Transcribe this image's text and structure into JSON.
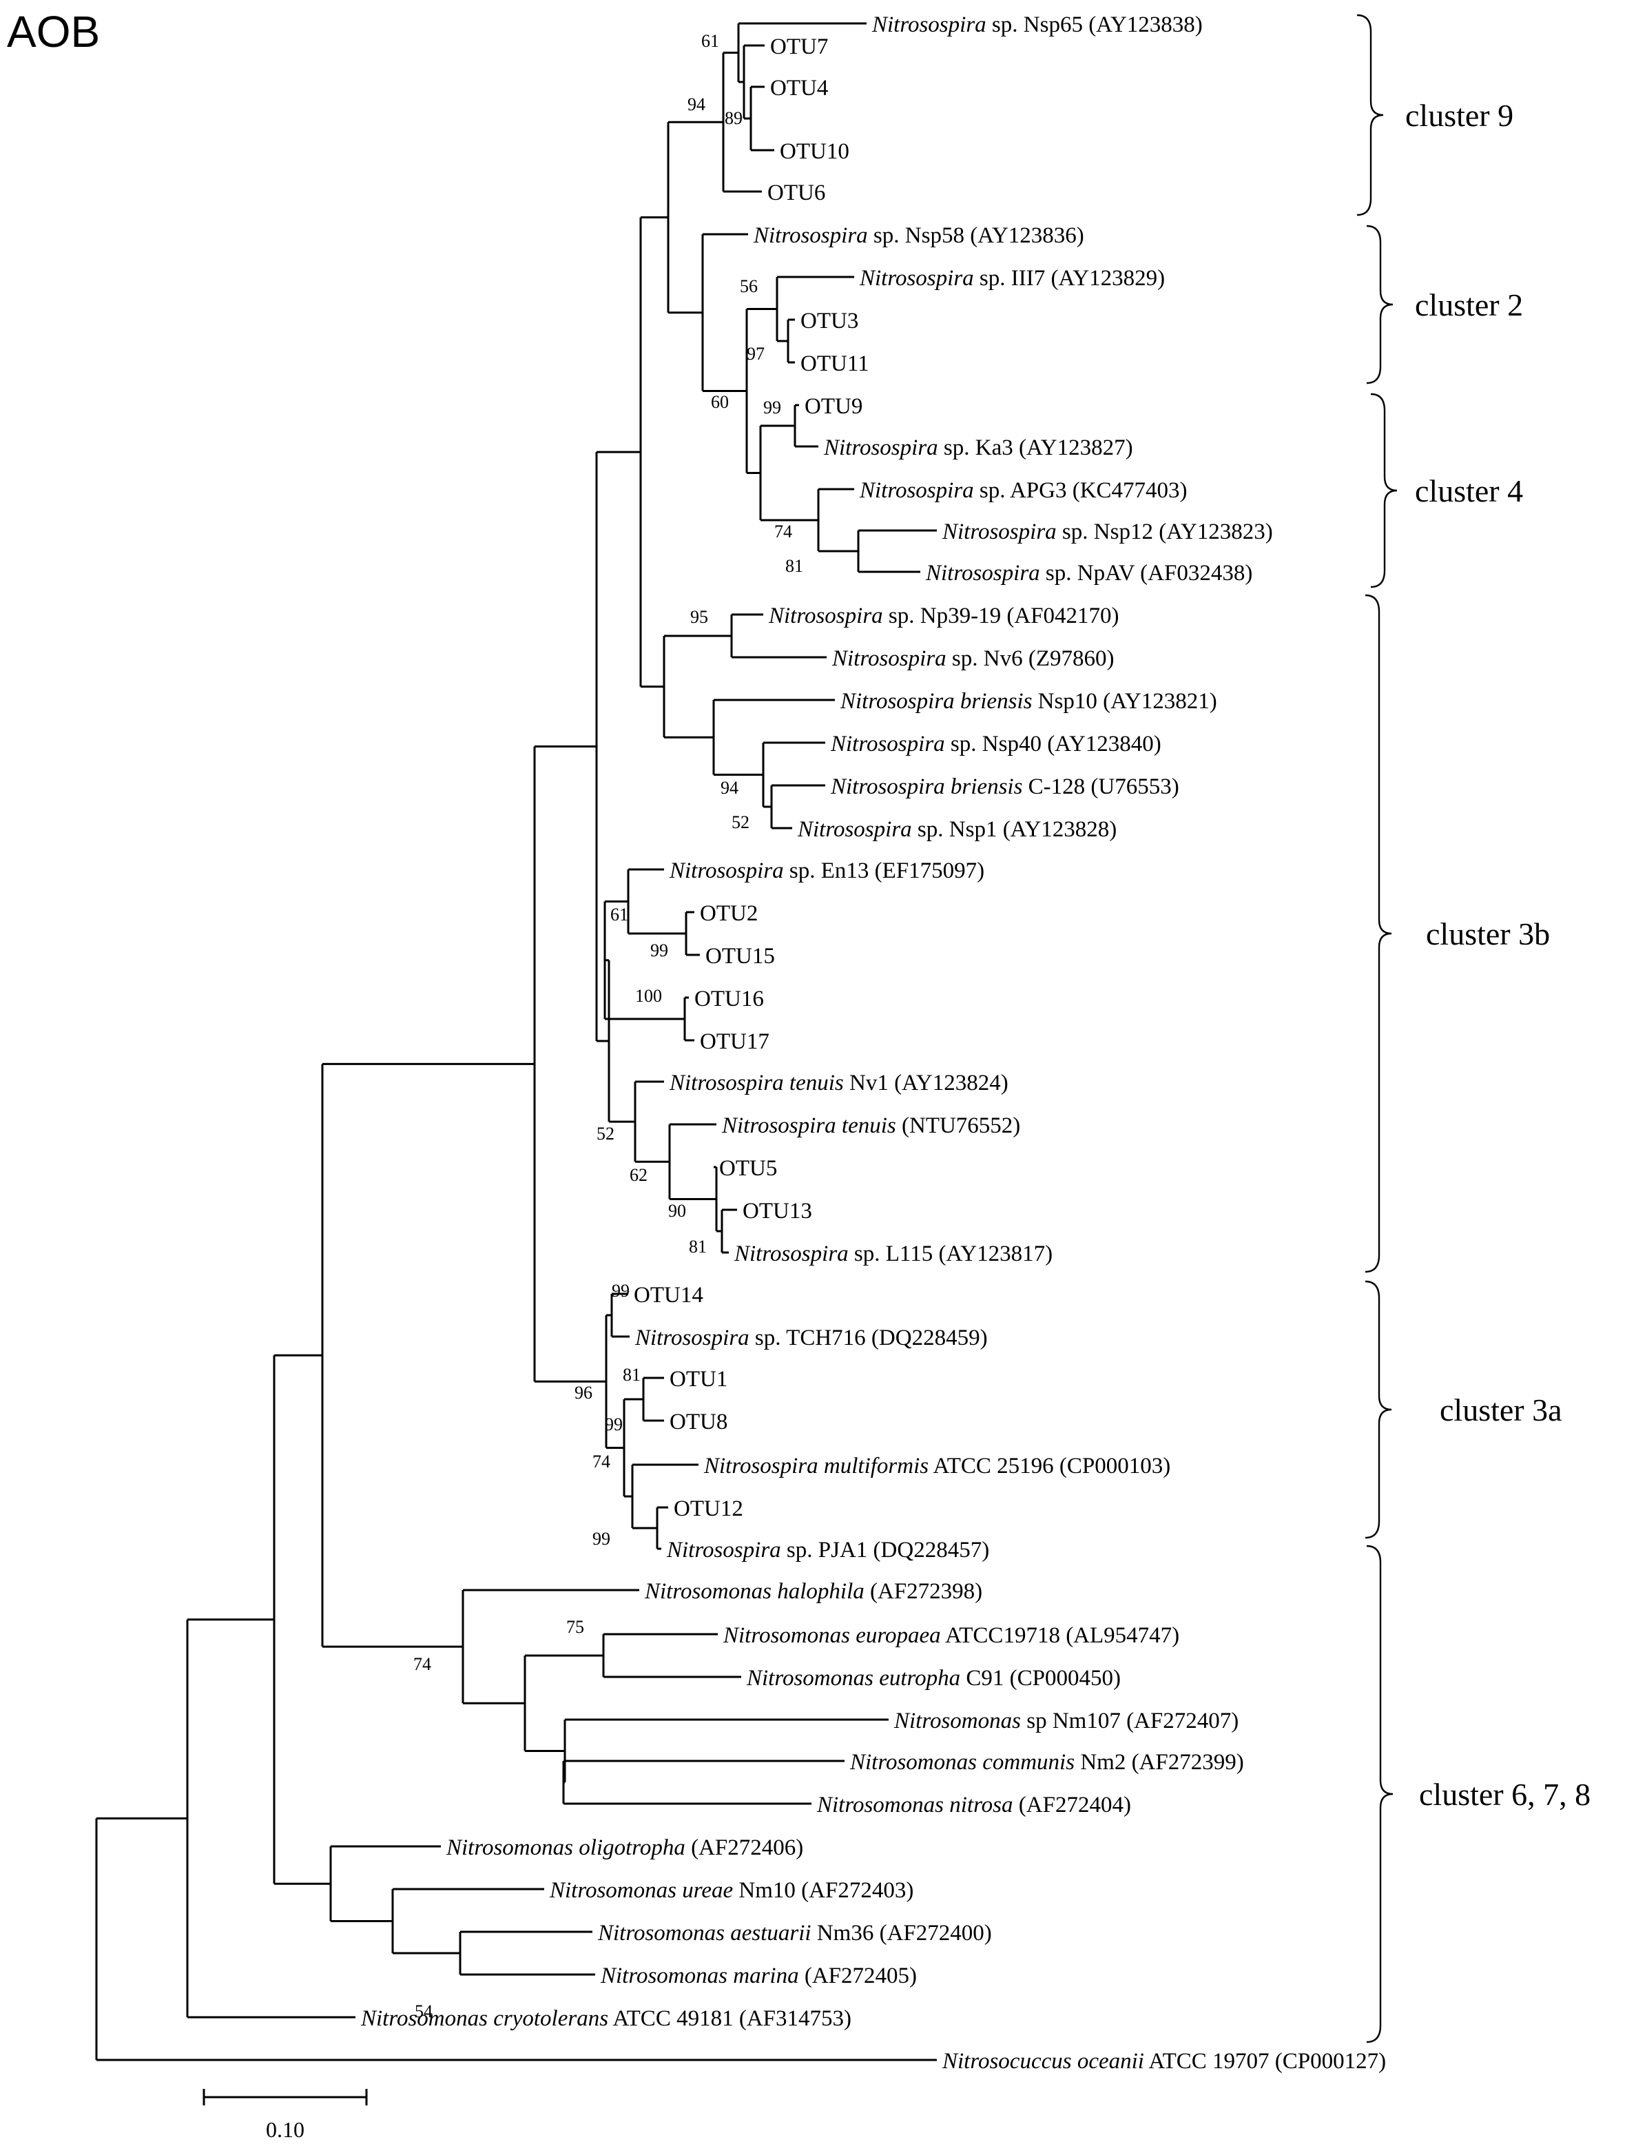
{
  "panel_label": "AOB",
  "scale_bar": {
    "label": "0.10"
  },
  "leaves": [
    {
      "genus": "Nitrosospira",
      "rest": " sp. Nsp65 (AY123838)"
    },
    {
      "genus": "",
      "rest": "OTU7"
    },
    {
      "genus": "",
      "rest": "OTU4"
    },
    {
      "genus": "",
      "rest": "OTU10"
    },
    {
      "genus": "",
      "rest": "OTU6"
    },
    {
      "genus": "Nitrosospira",
      "rest": " sp. Nsp58 (AY123836)"
    },
    {
      "genus": "Nitrosospira",
      "rest": " sp. III7 (AY123829)"
    },
    {
      "genus": "",
      "rest": "OTU3"
    },
    {
      "genus": "",
      "rest": "OTU11"
    },
    {
      "genus": "",
      "rest": "OTU9"
    },
    {
      "genus": "Nitrosospira",
      "rest": " sp. Ka3 (AY123827)"
    },
    {
      "genus": "Nitrosospira",
      "rest": " sp. APG3 (KC477403)"
    },
    {
      "genus": "Nitrosospira",
      "rest": " sp. Nsp12 (AY123823)"
    },
    {
      "genus": "Nitrosospira",
      "rest": " sp. NpAV (AF032438)"
    },
    {
      "genus": "Nitrosospira",
      "rest": " sp. Np39-19 (AF042170)"
    },
    {
      "genus": "Nitrosospira",
      "rest": " sp. Nv6 (Z97860)"
    },
    {
      "genus": "Nitrosospira briensis",
      "rest": " Nsp10 (AY123821)"
    },
    {
      "genus": "Nitrosospira",
      "rest": " sp. Nsp40 (AY123840)"
    },
    {
      "genus": "Nitrosospira briensis",
      "rest": " C-128 (U76553)"
    },
    {
      "genus": "Nitrosospira",
      "rest": " sp. Nsp1 (AY123828)"
    },
    {
      "genus": "Nitrosospira",
      "rest": " sp. En13 (EF175097)"
    },
    {
      "genus": "",
      "rest": "OTU2"
    },
    {
      "genus": "",
      "rest": "OTU15"
    },
    {
      "genus": "",
      "rest": "OTU16"
    },
    {
      "genus": "",
      "rest": "OTU17"
    },
    {
      "genus": "Nitrosospira tenuis",
      "rest": " Nv1 (AY123824)"
    },
    {
      "genus": "Nitrosospira tenuis",
      "rest": " (NTU76552)"
    },
    {
      "genus": "",
      "rest": "OTU5"
    },
    {
      "genus": "",
      "rest": "OTU13"
    },
    {
      "genus": "Nitrosospira",
      "rest": " sp. L115 (AY123817)"
    },
    {
      "genus": "",
      "rest": "OTU14"
    },
    {
      "genus": "Nitrosospira",
      "rest": " sp. TCH716 (DQ228459)"
    },
    {
      "genus": "",
      "rest": "OTU1"
    },
    {
      "genus": "",
      "rest": "OTU8"
    },
    {
      "genus": "Nitrosospira multiformis",
      "rest": " ATCC 25196 (CP000103)"
    },
    {
      "genus": "",
      "rest": "OTU12"
    },
    {
      "genus": "Nitrosospira",
      "rest": " sp. PJA1 (DQ228457)"
    },
    {
      "genus": "Nitrosomonas halophila",
      "rest": " (AF272398)"
    },
    {
      "genus": "Nitrosomonas europaea",
      "rest": " ATCC19718 (AL954747)"
    },
    {
      "genus": "Nitrosomonas eutropha",
      "rest": " C91 (CP000450)"
    },
    {
      "genus": "Nitrosomonas",
      "rest": " sp Nm107 (AF272407)"
    },
    {
      "genus": "Nitrosomonas communis",
      "rest": " Nm2 (AF272399)"
    },
    {
      "genus": "Nitrosomonas nitrosa",
      "rest": " (AF272404)"
    },
    {
      "genus": "Nitrosomonas oligotropha",
      "rest": " (AF272406)"
    },
    {
      "genus": "Nitrosomonas ureae",
      "rest": " Nm10 (AF272403)"
    },
    {
      "genus": "Nitrosomonas aestuarii",
      "rest": " Nm36 (AF272400)"
    },
    {
      "genus": "Nitrosomonas marina",
      "rest": " (AF272405)"
    },
    {
      "genus": "Nitrosomonas cryotolerans",
      "rest": " ATCC 49181 (AF314753)"
    },
    {
      "genus": "Nitrosocuccus oceanii",
      "rest": " ATCC 19707 (CP000127)"
    }
  ],
  "bootstrap_values": [
    "61",
    "94",
    "89",
    "56",
    "97",
    "60",
    "99",
    "74",
    "81",
    "95",
    "94",
    "52",
    "61",
    "99",
    "100",
    "52",
    "62",
    "90",
    "81",
    "99",
    "81",
    "99",
    "96",
    "74",
    "99",
    "75",
    "74",
    "54"
  ],
  "clusters": [
    "cluster 9",
    "cluster 2",
    "cluster 4",
    "cluster 3b",
    "cluster 3a",
    "cluster 6, 7, 8"
  ]
}
